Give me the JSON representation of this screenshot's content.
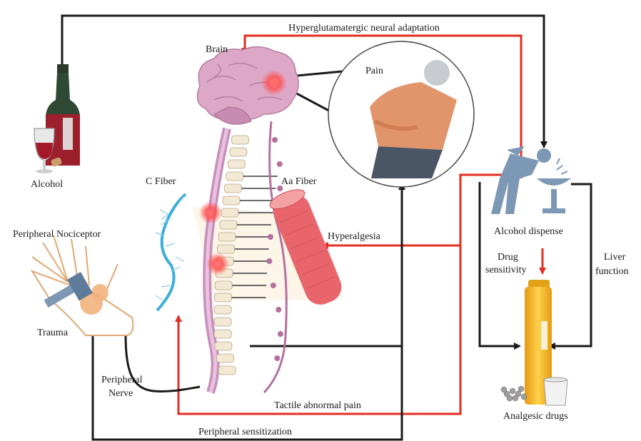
{
  "labels": {
    "hyperglutamatergic": "Hyperglutamatergic neural adaptation",
    "brain": "Brain",
    "pain": "Pain",
    "alcohol": "Alcohol",
    "c_fiber": "C Fiber",
    "aa_fiber": "Aa Fiber",
    "peripheral_nociceptor": "Peripheral Nociceptor",
    "hyperalgesia": "Hyperalgesia",
    "alcohol_dispense": "Alcohol dispense",
    "drug_sensitivity_1": "Drug",
    "drug_sensitivity_2": "sensitivity",
    "liver_function_1": "Liver",
    "liver_function_2": "function",
    "trauma": "Trauma",
    "peripheral_nerve_1": "Peripheral",
    "peripheral_nerve_2": "Nerve",
    "tactile_abnormal_pain": "Tactile abnormal pain",
    "analgesic_drugs": "Analgesic drugs",
    "peripheral_sensitization": "Peripheral sensitization"
  },
  "colors": {
    "red_arrow": "#e32d20",
    "black_arrow": "#1a1a1a",
    "brain": "#d9a3c3",
    "spine": "#f3ead7",
    "spinal_cord": "#c98fbd",
    "muscle": "#e8666b",
    "c_fiber": "#3aaed8",
    "person": "#7d98b5",
    "pill_bottle": "#f2b321"
  },
  "icons": [
    "wine-bottle-icon",
    "wine-glass-icon",
    "brain-icon",
    "pain-person-icon",
    "spine-icon",
    "muscle-fiber-icon",
    "c-fiber-icon",
    "hand-icon",
    "hammer-icon",
    "drinking-person-icon",
    "pill-bottle-icon",
    "pills-icon",
    "cup-icon"
  ]
}
